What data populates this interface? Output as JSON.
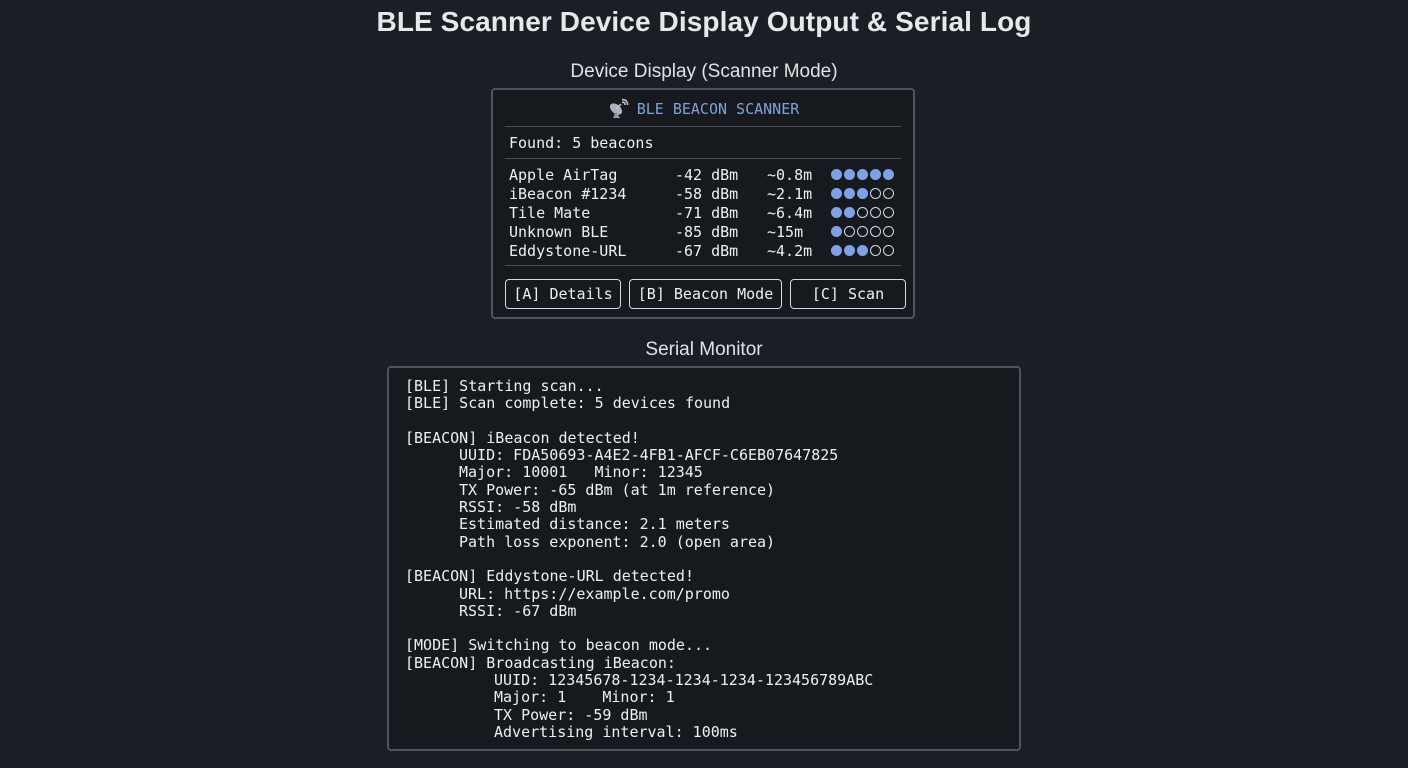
{
  "page": {
    "title": "BLE Scanner Device Display Output & Serial Log"
  },
  "device_display": {
    "section_title": "Device Display (Scanner Mode)",
    "header_icon": "satellite-antenna-icon",
    "header_text": "BLE BEACON SCANNER",
    "found_text": "Found: 5 beacons",
    "signal_color": "#7fa2e6",
    "header_color": "#7fa2d8",
    "beacons": [
      {
        "name": "Apple AirTag",
        "rssi": "-42 dBm",
        "distance": "~0.8m",
        "signal_bars": 5
      },
      {
        "name": "iBeacon #1234",
        "rssi": "-58 dBm",
        "distance": "~2.1m",
        "signal_bars": 3
      },
      {
        "name": "Tile Mate",
        "rssi": "-71 dBm",
        "distance": "~6.4m",
        "signal_bars": 2
      },
      {
        "name": "Unknown BLE",
        "rssi": "-85 dBm",
        "distance": "~15m",
        "signal_bars": 1
      },
      {
        "name": "Eddystone-URL",
        "rssi": "-67 dBm",
        "distance": "~4.2m",
        "signal_bars": 3
      }
    ],
    "buttons": {
      "details": "[A] Details",
      "beacon_mode": "[B] Beacon Mode",
      "scan": "[C] Scan"
    }
  },
  "serial_monitor": {
    "section_title": "Serial Monitor",
    "lines": [
      {
        "text": "[BLE] Starting scan...",
        "indent": 0
      },
      {
        "text": "[BLE] Scan complete: 5 devices found",
        "indent": 0
      },
      {
        "text": "",
        "indent": 0
      },
      {
        "text": "[BEACON] iBeacon detected!",
        "indent": 0
      },
      {
        "text": "UUID: FDA50693-A4E2-4FB1-AFCF-C6EB07647825",
        "indent": 1
      },
      {
        "text": "Major: 10001   Minor: 12345",
        "indent": 1
      },
      {
        "text": "TX Power: -65 dBm (at 1m reference)",
        "indent": 1
      },
      {
        "text": "RSSI: -58 dBm",
        "indent": 1
      },
      {
        "text": "Estimated distance: 2.1 meters",
        "indent": 1
      },
      {
        "text": "Path loss exponent: 2.0 (open area)",
        "indent": 1
      },
      {
        "text": "",
        "indent": 0
      },
      {
        "text": "[BEACON] Eddystone-URL detected!",
        "indent": 0
      },
      {
        "text": "URL: https://example.com/promo",
        "indent": 1
      },
      {
        "text": "RSSI: -67 dBm",
        "indent": 1
      },
      {
        "text": "",
        "indent": 0
      },
      {
        "text": "[MODE] Switching to beacon mode...",
        "indent": 0
      },
      {
        "text": "[BEACON] Broadcasting iBeacon:",
        "indent": 0
      },
      {
        "text": "UUID: 12345678-1234-1234-1234-123456789ABC",
        "indent": 2
      },
      {
        "text": "Major: 1    Minor: 1",
        "indent": 2
      },
      {
        "text": "TX Power: -59 dBm",
        "indent": 2
      },
      {
        "text": "Advertising interval: 100ms",
        "indent": 2
      }
    ]
  }
}
